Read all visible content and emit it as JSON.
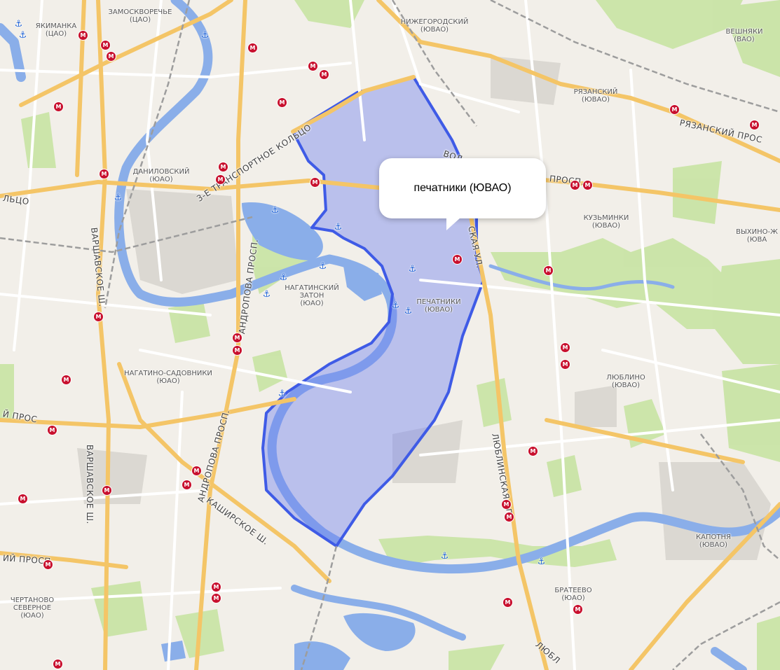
{
  "popup": {
    "title": "печатники (ЮВАО)"
  },
  "selected_district": {
    "name": "печатники (ЮВАО)",
    "fill": "#6e7ff0",
    "stroke": "#3f5be6"
  },
  "colors": {
    "background": "#f2efe9",
    "road": "#f4c567",
    "park": "#c9e4a6",
    "water": "#8aaee9",
    "metro": "#c8102e",
    "anchor": "#2a6ad8"
  },
  "districts": [
    {
      "id": "zamoskvorechye",
      "lines": [
        "ЗАМОСКВОРЕЧЬЕ",
        "(ЦАО)"
      ]
    },
    {
      "id": "yakimanka",
      "lines": [
        "ЯКИМАНКА",
        "(ЦАО)"
      ]
    },
    {
      "id": "nizhegorodsky",
      "lines": [
        "НИЖЕГОРОДСКИЙ",
        "(ЮВАО)"
      ]
    },
    {
      "id": "veshnyaki",
      "lines": [
        "ВЕШНЯКИ",
        "(ВАО)"
      ]
    },
    {
      "id": "ryazansky",
      "lines": [
        "РЯЗАНСКИЙ",
        "(ЮВАО)"
      ]
    },
    {
      "id": "danilovsky",
      "lines": [
        "ДАНИЛОВСКИЙ",
        "(ЮАО)"
      ]
    },
    {
      "id": "kuzminki",
      "lines": [
        "КУЗЬМИНКИ",
        "(ЮВАО)"
      ]
    },
    {
      "id": "vykhino",
      "lines": [
        "ВЫХИНО-Ж",
        "(ЮВА"
      ]
    },
    {
      "id": "nagatinsky-zaton",
      "lines": [
        "НАГАТИНСКИЙ",
        "ЗАТОН",
        "(ЮАО)"
      ]
    },
    {
      "id": "pechatniki",
      "lines": [
        "ПЕЧАТНИКИ",
        "(ЮВАО)"
      ]
    },
    {
      "id": "lyublino",
      "lines": [
        "ЛЮБЛИНО",
        "(ЮВАО)"
      ]
    },
    {
      "id": "nagatino-sadovniki",
      "lines": [
        "НАГАТИНО-САДОВНИКИ",
        "(ЮАО)"
      ]
    },
    {
      "id": "kapotnya",
      "lines": [
        "КАПОТНЯ",
        "(ЮВАО)"
      ]
    },
    {
      "id": "brateevo",
      "lines": [
        "БРАТЕЕВО",
        "(ЮАО)"
      ]
    },
    {
      "id": "chertanovo",
      "lines": [
        "ЧЕРТАНОВО",
        "СЕВЕРНОЕ",
        "(ЮАО)"
      ]
    }
  ],
  "streets": [
    {
      "id": "ttk",
      "label": "3-Е ТРАНСПОРТНОЕ КОЛЬЦО"
    },
    {
      "id": "ring-left",
      "label": "ЛЬЦО"
    },
    {
      "id": "ryazansky-prosp",
      "label": "РЯЗАНСКИЙ ПРОС"
    },
    {
      "id": "volgograd-prosp",
      "label": "ВОЛ"
    },
    {
      "id": "prosp-right",
      "label": "ПРОСП."
    },
    {
      "id": "andropova-1",
      "label": "АНДРОПОВА ПРОСП."
    },
    {
      "id": "andropova-2",
      "label": "АНДРОПОВА ПРОСП."
    },
    {
      "id": "varshavskoe-1",
      "label": "ВАРШАВСКОЕ Ш."
    },
    {
      "id": "varshavskoe-2",
      "label": "ВАРШАВСКОЕ Ш."
    },
    {
      "id": "kashirskoe",
      "label": "КАШИРСКОЕ Ш."
    },
    {
      "id": "lyublinskaya",
      "label": "ЛЮБЛИНСКАЯ УЛ."
    },
    {
      "id": "lyublinskaya-2",
      "label": "ЛЮБЛ"
    },
    {
      "id": "skaya",
      "label": "СКАЯ УЛ."
    },
    {
      "id": "prosp-left",
      "label": "Й ПРОС"
    },
    {
      "id": "prosp-left-2",
      "label": "ИЙ ПРОСП."
    }
  ],
  "metro_glyph": "М",
  "anchor_glyph": "⚓"
}
